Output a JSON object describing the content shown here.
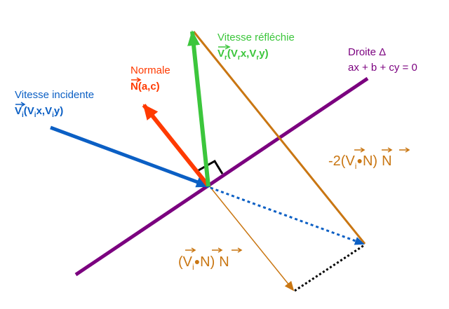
{
  "colors": {
    "incident": "#0b5fc4",
    "normal": "#ff3a00",
    "reflected": "#3cc63c",
    "line": "#7b007f",
    "projection": "#c97612",
    "right_angle": "#000000",
    "dotted_black": "#000000"
  },
  "labels": {
    "reflected": {
      "title": "Vitesse réfléchie",
      "v": "V",
      "v_sub": "r",
      "paren_open": "(V",
      "sub1": "r",
      "mid": "x,V",
      "sub2": "r",
      "end": "y)"
    },
    "line": {
      "title": "Droite Δ",
      "equation": "ax + b + cy = 0"
    },
    "normal": {
      "title": "Normale",
      "vector": "N(a,c)"
    },
    "incident": {
      "title": "Vitesse incidente",
      "v": "V",
      "v_sub": "i",
      "paren_open": "(V",
      "sub1": "i",
      "mid": "x,V",
      "sub2": "i",
      "end": "y)"
    },
    "minus_two_dot": {
      "prefix": "-2(",
      "v": "V",
      "sub": "i",
      "dot": "●",
      "n": "N",
      "close": ")",
      "n2": "N"
    },
    "dot_product": {
      "prefix": "(",
      "v": "V",
      "sub": "i",
      "dot": "●",
      "n": "N",
      "close": ")",
      "n2": "N"
    }
  }
}
